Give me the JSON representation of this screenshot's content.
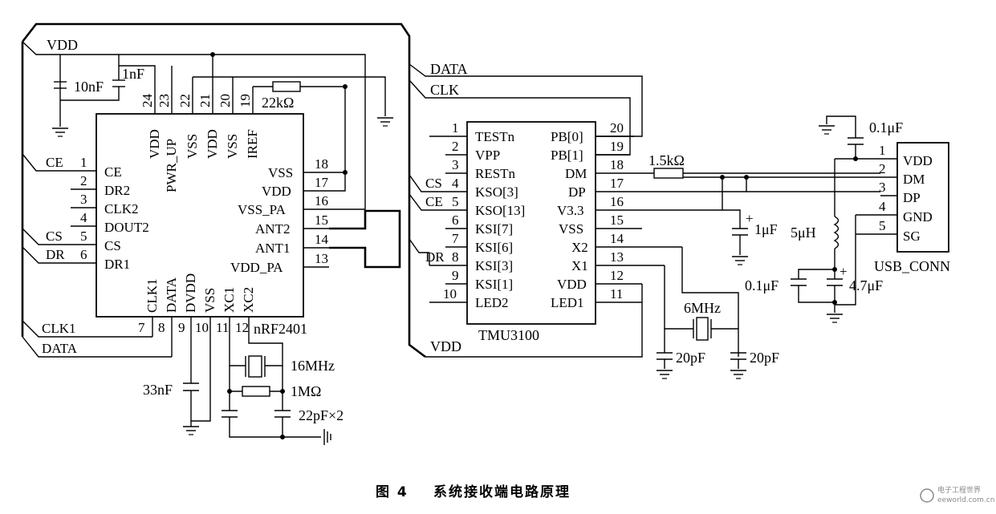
{
  "caption": {
    "figure": "图 4",
    "title": "系统接收端电路原理"
  },
  "watermark": {
    "name": "电子工程世界",
    "url": "eeworld.com.cn"
  },
  "nrf2401": {
    "name": "nRF2401",
    "left_pins": [
      {
        "num": "1",
        "name": "CE",
        "net": "CE"
      },
      {
        "num": "2",
        "name": "DR2",
        "net": ""
      },
      {
        "num": "3",
        "name": "CLK2",
        "net": ""
      },
      {
        "num": "4",
        "name": "DOUT2",
        "net": ""
      },
      {
        "num": "5",
        "name": "CS",
        "net": "CS"
      },
      {
        "num": "6",
        "name": "DR1",
        "net": "DR"
      }
    ],
    "top_pins": [
      {
        "num": "24",
        "name": "VDD"
      },
      {
        "num": "23",
        "name": "PWR_UP"
      },
      {
        "num": "22",
        "name": "VSS"
      },
      {
        "num": "21",
        "name": "VDD"
      },
      {
        "num": "20",
        "name": "VSS"
      },
      {
        "num": "19",
        "name": "IREF"
      }
    ],
    "right_pins": [
      {
        "num": "18",
        "name": "VSS"
      },
      {
        "num": "17",
        "name": "VDD"
      },
      {
        "num": "16",
        "name": "VSS_PA"
      },
      {
        "num": "15",
        "name": "ANT2"
      },
      {
        "num": "14",
        "name": "ANT1"
      },
      {
        "num": "13",
        "name": "VDD_PA"
      }
    ],
    "bottom_pins": [
      {
        "num": "7",
        "name": "CLK1",
        "net": "CLK1"
      },
      {
        "num": "8",
        "name": "DATA",
        "net": "DATA"
      },
      {
        "num": "9",
        "name": "DVDD"
      },
      {
        "num": "10",
        "name": "VSS"
      },
      {
        "num": "11",
        "name": "XC1"
      },
      {
        "num": "12",
        "name": "XC2"
      }
    ]
  },
  "tmu3100": {
    "name": "TMU3100",
    "left_pins": [
      {
        "num": "1",
        "name": "TESTn",
        "net": ""
      },
      {
        "num": "2",
        "name": "VPP",
        "net": ""
      },
      {
        "num": "3",
        "name": "RESTn",
        "net": ""
      },
      {
        "num": "4",
        "name": "KSO[3]",
        "net": "CS"
      },
      {
        "num": "5",
        "name": "KSO[13]",
        "net": "CE"
      },
      {
        "num": "6",
        "name": "KSI[7]",
        "net": ""
      },
      {
        "num": "7",
        "name": "KSI[6]",
        "net": ""
      },
      {
        "num": "8",
        "name": "KSI[3]",
        "net": "DR"
      },
      {
        "num": "9",
        "name": "KSI[1]",
        "net": ""
      },
      {
        "num": "10",
        "name": "LED2",
        "net": ""
      }
    ],
    "right_pins": [
      {
        "num": "20",
        "name": "PB[0]"
      },
      {
        "num": "19",
        "name": "PB[1]"
      },
      {
        "num": "18",
        "name": "DM"
      },
      {
        "num": "17",
        "name": "DP"
      },
      {
        "num": "16",
        "name": "V3.3"
      },
      {
        "num": "15",
        "name": "VSS"
      },
      {
        "num": "14",
        "name": "X2"
      },
      {
        "num": "13",
        "name": "X1"
      },
      {
        "num": "12",
        "name": "VDD"
      },
      {
        "num": "11",
        "name": "LED1"
      }
    ]
  },
  "usb": {
    "name": "USB_CONN",
    "pins": [
      {
        "num": "1",
        "name": "VDD"
      },
      {
        "num": "2",
        "name": "DM"
      },
      {
        "num": "3",
        "name": "DP"
      },
      {
        "num": "4",
        "name": "GND"
      },
      {
        "num": "5",
        "name": "SG"
      }
    ]
  },
  "nets": {
    "vdd": "VDD",
    "data": "DATA",
    "clk": "CLK",
    "clk1": "CLK1"
  },
  "components": {
    "c_10nf": "10nF",
    "c_1nf": "1nF",
    "r_22k": "22kΩ",
    "xtal_16m": "16MHz",
    "r_1m": "1MΩ",
    "c_22pf": "22pF×2",
    "c_33nf": "33nF",
    "r_1k5": "1.5kΩ",
    "c_1uf": "1μF",
    "l_5uh": "5μH",
    "c_01uf_top": "0.1μF",
    "c_01uf": "0.1μF",
    "c_47uf": "4.7μF",
    "xtal_6m": "6MHz",
    "c_20pf_a": "20pF",
    "c_20pf_b": "20pF"
  }
}
